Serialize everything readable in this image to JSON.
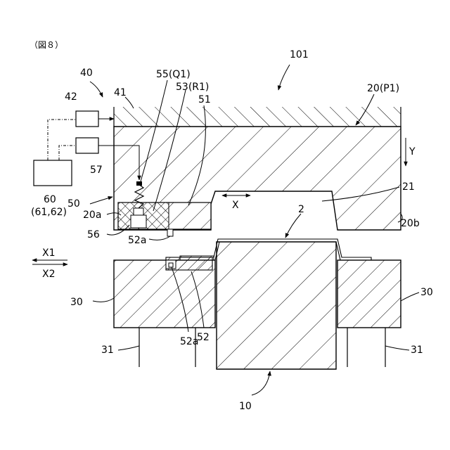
{
  "figure_label": "（図８）",
  "labels": {
    "l101": "101",
    "l40": "40",
    "l41": "41",
    "l42": "42",
    "l55": "55(Q1)",
    "l53": "53(R1)",
    "l51": "51",
    "l20p1": "20(P1)",
    "lY": "Y",
    "l57": "57",
    "l60": "60",
    "l6162": "(61,62)",
    "l50": "50",
    "lX": "X",
    "l21": "21",
    "l20a": "20a",
    "l2": "2",
    "l56": "56",
    "l52a_top": "52a",
    "l20b": "20b",
    "lX1": "X1",
    "lX2": "X2",
    "l30_left": "30",
    "l30_right": "30",
    "l52a_bottom": "52a",
    "l52": "52",
    "l31_left": "31",
    "l31_right": "31",
    "l10": "10"
  }
}
